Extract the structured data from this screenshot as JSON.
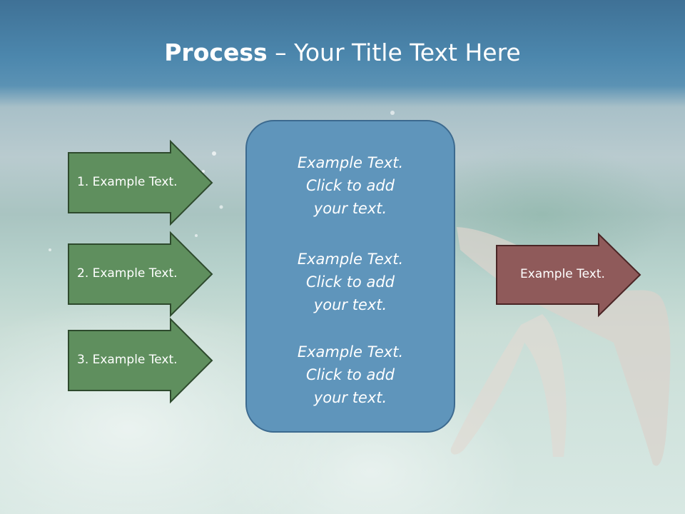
{
  "slide": {
    "title_bold": "Process",
    "title_rest": " – Your Title Text Here"
  },
  "left_arrows": [
    {
      "label": "1. Example Text."
    },
    {
      "label": "2. Example Text."
    },
    {
      "label": "3. Example Text."
    }
  ],
  "center_box": {
    "paragraphs": [
      {
        "line1": "Example Text.",
        "line2": "Click  to add",
        "line3": "your text."
      },
      {
        "line1": "Example Text.",
        "line2": "Click  to add",
        "line3": "your text."
      },
      {
        "line1": "Example Text.",
        "line2": "Click  to add",
        "line3": "your text."
      }
    ]
  },
  "right_arrow": {
    "label": "Example Text."
  },
  "colors": {
    "left_arrow_fill": "#5f8f5e",
    "right_arrow_fill": "#8f5a5a",
    "center_box_fill": "#5f95bb",
    "title_band": "#4c87ad"
  }
}
